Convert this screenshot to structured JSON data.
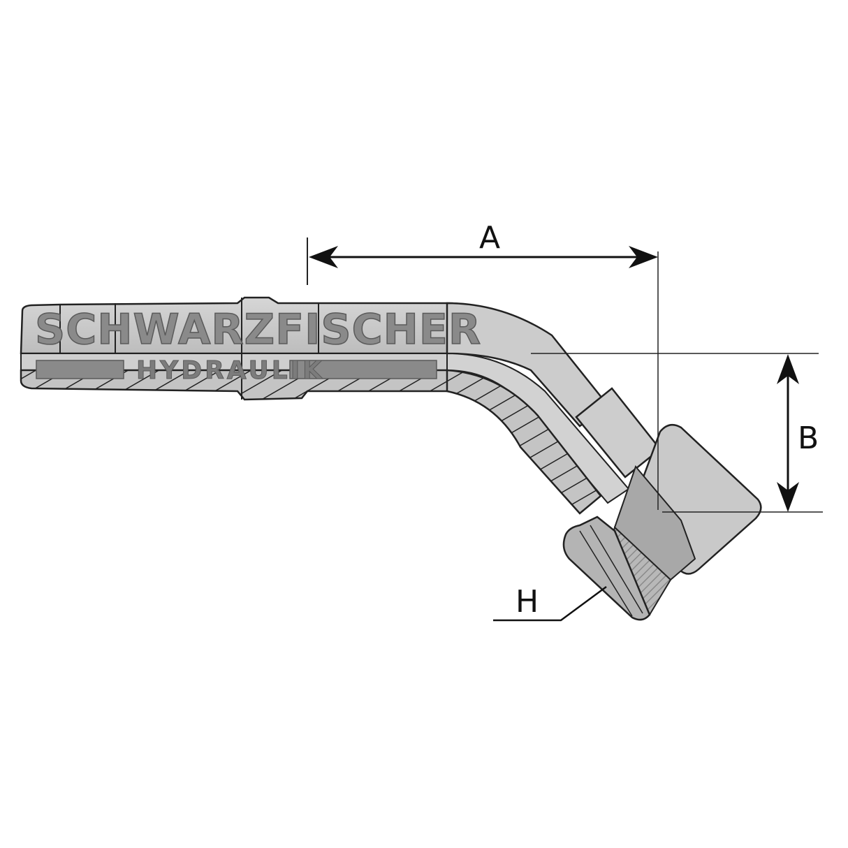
{
  "drawing": {
    "subject": "45° hose fitting with swivel female nut (sectional view)",
    "dimensions": {
      "a_label": "A",
      "b_label": "B",
      "h_label": "H"
    },
    "watermark": {
      "line1": "SCHWARZFISCHER",
      "line2": "HYDRAULIK"
    },
    "colors": {
      "body_fill": "#c8c8c8",
      "body_shade": "#a9a9a9",
      "outline": "#222222",
      "dimension_line": "#111111",
      "background": "#ffffff"
    }
  }
}
